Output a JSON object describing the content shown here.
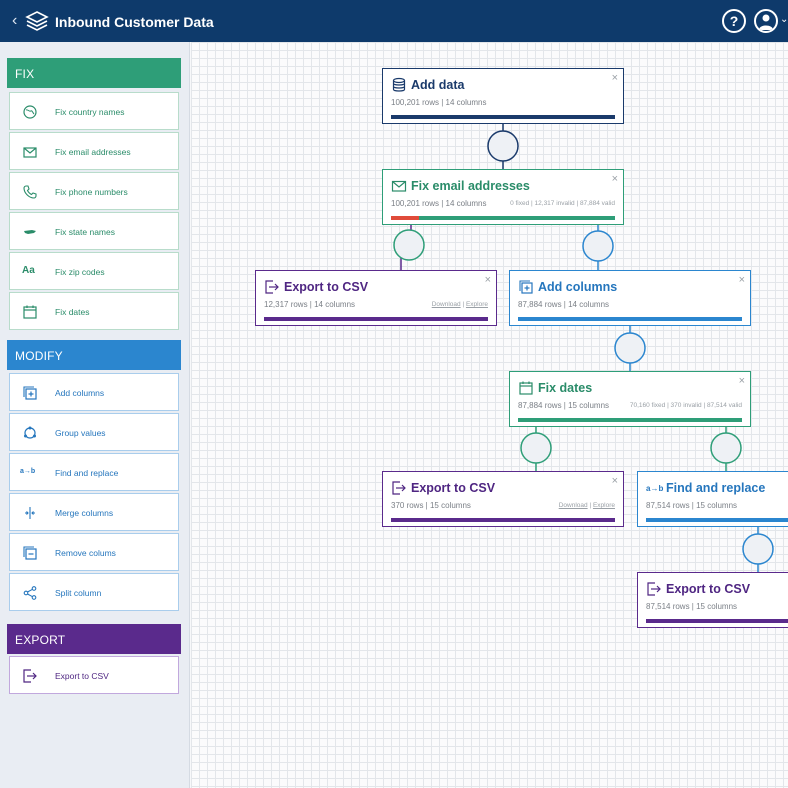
{
  "app": {
    "title": "Inbound Customer Data",
    "back_icon": "chevron-left-icon",
    "logo_icon": "layers-icon",
    "help_label": "?",
    "avatar_icon": "user-icon"
  },
  "colors": {
    "header": "#0e3a6b",
    "fix": "#2e9e78",
    "modify": "#2b86cf",
    "export": "#5a2a8c",
    "add_data": "#1a3a6b",
    "invalid": "#e04b3a"
  },
  "sidebar": {
    "fix": {
      "header": "FIX",
      "items": [
        {
          "label": "Fix country names",
          "icon": "globe-icon"
        },
        {
          "label": "Fix email addresses",
          "icon": "envelope-icon"
        },
        {
          "label": "Fix phone numbers",
          "icon": "phone-icon"
        },
        {
          "label": "Fix state names",
          "icon": "state-map-icon"
        },
        {
          "label": "Fix zip codes",
          "icon": "text-aa-icon",
          "glyph": "Aa"
        },
        {
          "label": "Fix dates",
          "icon": "calendar-icon"
        }
      ]
    },
    "modify": {
      "header": "MODIFY",
      "items": [
        {
          "label": "Add columns",
          "icon": "add-column-icon"
        },
        {
          "label": "Group values",
          "icon": "group-icon"
        },
        {
          "label": "Find and replace",
          "icon": "find-replace-icon",
          "glyph": "a→b"
        },
        {
          "label": "Merge columns",
          "icon": "merge-icon"
        },
        {
          "label": "Remove colums",
          "icon": "remove-column-icon"
        },
        {
          "label": "Split column",
          "icon": "split-icon"
        }
      ]
    },
    "export": {
      "header": "EXPORT",
      "items": [
        {
          "label": "Export to CSV",
          "icon": "export-icon"
        }
      ]
    }
  },
  "canvas": {
    "nodes": {
      "add_data": {
        "title": "Add data",
        "subtitle": "100,201 rows | 14 columns",
        "icon": "database-icon"
      },
      "fix_email": {
        "title": "Fix email addresses",
        "subtitle": "100,201 rows | 14 columns",
        "stats": "0 fixed | 12,317 invalid | 87,884 valid",
        "invalid_fraction": 0.123,
        "icon": "envelope-icon"
      },
      "export_1": {
        "title": "Export to CSV",
        "subtitle": "12,317 rows | 14 columns",
        "link_download": "Download",
        "link_sep": "|",
        "link_explore": "Explore",
        "icon": "export-icon"
      },
      "add_columns": {
        "title": "Add columns",
        "subtitle": "87,884 rows | 14 columns",
        "icon": "add-column-icon"
      },
      "fix_dates": {
        "title": "Fix dates",
        "subtitle": "87,884 rows | 15 columns",
        "stats": "70,160 fixed | 370 invalid | 87,514 valid",
        "icon": "calendar-icon"
      },
      "export_2": {
        "title": "Export to CSV",
        "subtitle": "370 rows | 15 columns",
        "link_download": "Download",
        "link_sep": "|",
        "link_explore": "Explore",
        "icon": "export-icon"
      },
      "find_replace": {
        "title": "Find and replace",
        "subtitle": "87,514 rows | 15 columns",
        "icon": "find-replace-icon",
        "glyph": "a→b"
      },
      "export_3": {
        "title": "Export to CSV",
        "subtitle": "87,514 rows | 15 columns",
        "icon": "export-icon"
      }
    },
    "close_label": "×"
  }
}
